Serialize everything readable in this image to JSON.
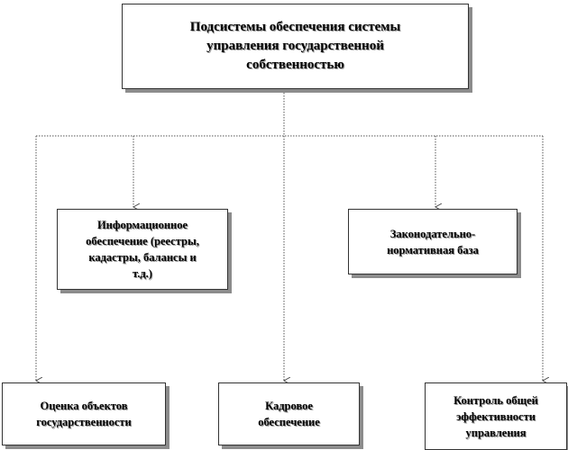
{
  "diagram": {
    "root": {
      "lines": [
        "Подсистемы обеспечения системы",
        "управления государственной",
        "собственностью"
      ]
    },
    "info_support": {
      "lines": [
        "Информационное",
        "обеспечение (реестры,",
        "кадастры, балансы и",
        "т.д.)"
      ]
    },
    "legal_base": {
      "lines": [
        "Законодательно-",
        "нормативная база"
      ]
    },
    "evaluation": {
      "lines": [
        "Оценка объектов",
        "государственности"
      ]
    },
    "staffing": {
      "lines": [
        "Кадровое",
        "обеспечение"
      ]
    },
    "control": {
      "lines": [
        "Контроль общей",
        "эффективности",
        "управления"
      ]
    }
  },
  "colors": {
    "border": "#333333",
    "shadow": "#8c8c8c",
    "connector": "#555555",
    "text": "#000000"
  }
}
